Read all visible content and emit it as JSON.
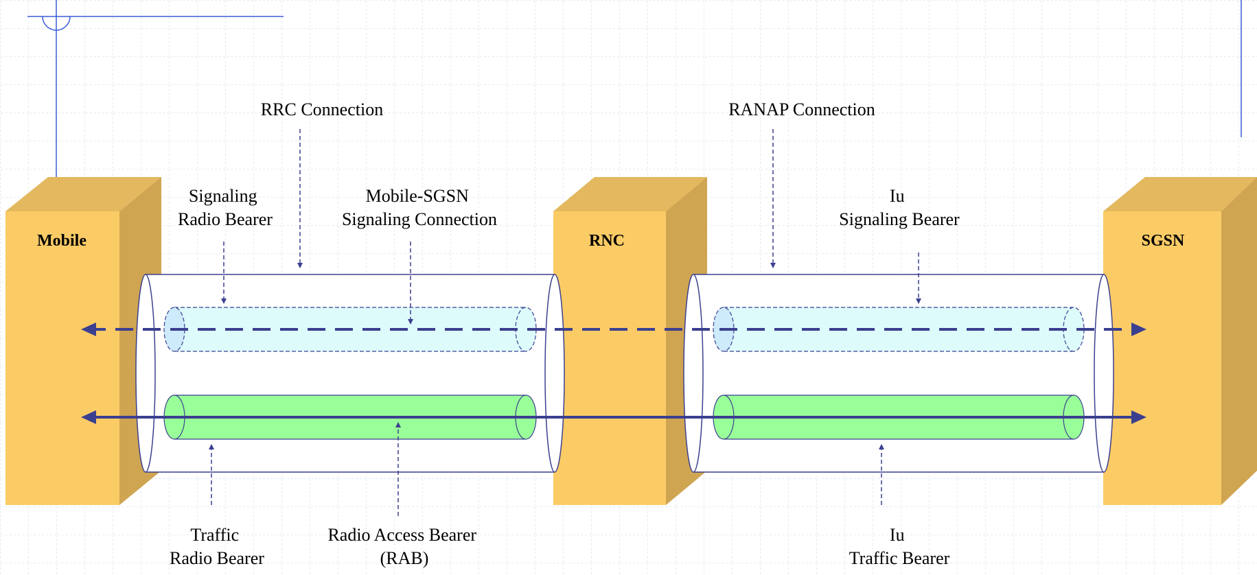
{
  "nodes": {
    "mobile": "Mobile",
    "rnc": "RNC",
    "sgsn": "SGSN"
  },
  "labels": {
    "rrc_connection": "RRC Connection",
    "ranap_connection": "RANAP Connection",
    "signaling_radio_bearer": [
      "Signaling",
      "Radio Bearer"
    ],
    "mobile_sgsn_signaling_connection": [
      "Mobile-SGSN",
      "Signaling Connection"
    ],
    "iu_signaling_bearer": [
      "Iu",
      "Signaling Bearer"
    ],
    "traffic_radio_bearer": [
      "Traffic",
      "Radio Bearer"
    ],
    "radio_access_bearer": [
      "Radio Access Bearer",
      "(RAB)"
    ],
    "iu_traffic_bearer": [
      "Iu",
      "Traffic Bearer"
    ]
  },
  "colors": {
    "box_front": "#FBCB66",
    "box_side": "#CFA552",
    "box_top": "#E3B85E",
    "signaling_tube": "#DDFBFB",
    "signaling_tube_cap": "#CDEBFB",
    "traffic_tube": "#99FF99",
    "arrow": "#3B3F8F",
    "grid": "#C8D4E4",
    "corner_lines": "#3A5BD9"
  }
}
